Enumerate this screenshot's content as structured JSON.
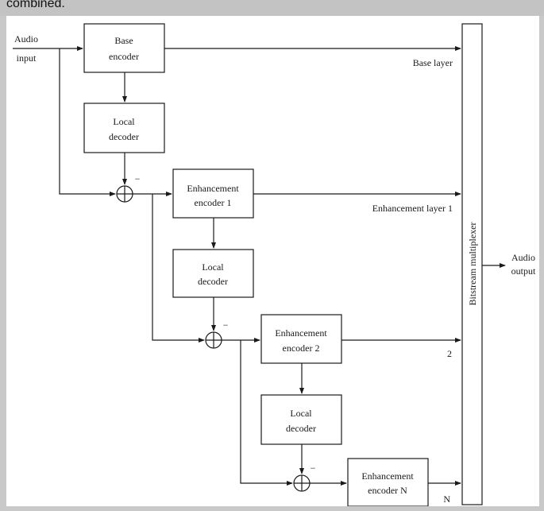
{
  "caption": "combined.",
  "diagram": {
    "input_label": [
      "Audio",
      "input"
    ],
    "output_label": [
      "Audio",
      "output"
    ],
    "base_encoder": [
      "Base",
      "encoder"
    ],
    "local_decoder_1": [
      "Local",
      "decoder"
    ],
    "enh_encoder_1": [
      "Enhancement",
      "encoder 1"
    ],
    "local_decoder_2": [
      "Local",
      "decoder"
    ],
    "enh_encoder_2": [
      "Enhancement",
      "encoder 2"
    ],
    "local_decoder_3": [
      "Local",
      "decoder"
    ],
    "enh_encoder_n": [
      "Enhancement",
      "encoder N"
    ],
    "base_layer_label": "Base layer",
    "enh_layer_1_label": "Enhancement layer 1",
    "layer_2_label": "2",
    "layer_n_label": "N",
    "minus_sign": "−",
    "multiplexer_label": "Bitstream multiplexer"
  }
}
